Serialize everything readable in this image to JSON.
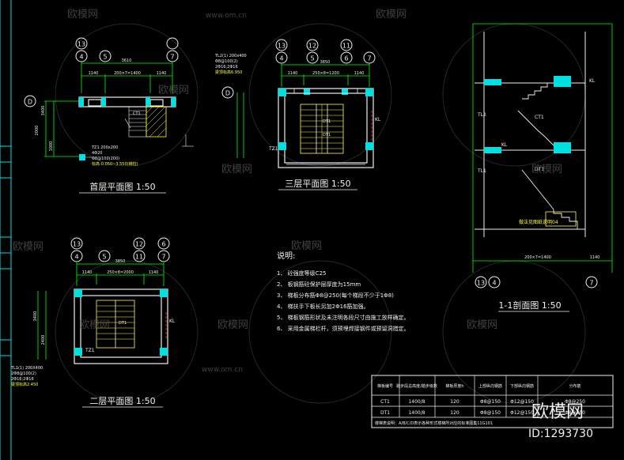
{
  "watermark": {
    "brand": "欧模网",
    "url": "www.om.cn",
    "id": "ID:1293730"
  },
  "plans": {
    "first": {
      "title": "首层平面图 1:50",
      "axes": [
        "13",
        "4",
        "5",
        "7"
      ],
      "axis_d": "D",
      "dims_top": [
        "3610",
        "1140",
        "200×7=1400",
        "1140"
      ],
      "dims_left": [
        "3400",
        "2000",
        "1000"
      ],
      "notes": [
        "TZ1 200x200",
        "4Φ20",
        "Φ8@100(200)",
        "标高-0.050~3.550(梯柱)"
      ],
      "ct1": "CT1"
    },
    "third": {
      "title": "三层平面图 1:50",
      "axes": [
        "13",
        "4",
        "12",
        "5",
        "11",
        "6",
        "7"
      ],
      "axis_d": "D",
      "dims_top": [
        "3850",
        "1140",
        "250×8=1200",
        "1140"
      ],
      "notes": [
        "TL2(1) 200x400",
        "Φ8@100(2)",
        "2Φ16;2Φ16",
        "梁顶标高6.950"
      ],
      "labels": [
        "DT1",
        "DT1",
        "KL",
        "TZ1"
      ]
    },
    "second": {
      "title": "二层平面图 1:50",
      "axes": [
        "13",
        "4",
        "5",
        "12",
        "11",
        "6",
        "7"
      ],
      "dims_top": [
        "3850",
        "1140",
        "250×8=2000",
        "1140"
      ],
      "dims_left": [
        "3400",
        "2400"
      ],
      "notes": [
        "TL1(1) 200X400",
        "2Φ8@100(2)",
        "2Φ16;2Φ16",
        "梁顶标高2.450"
      ],
      "labels": [
        "DT1",
        "TZ1",
        "KL"
      ]
    },
    "section": {
      "title": "1-1剖面图 1:50",
      "labels": [
        "KL",
        "TL2",
        "KL",
        "TL1",
        "DT1",
        "CT1"
      ],
      "axes": [
        "13",
        "4",
        "7"
      ],
      "dim_bottom": [
        "200×7=1400",
        "1140"
      ],
      "note": "做法见图纸说明04"
    }
  },
  "notes": {
    "title": "说明:",
    "items": [
      "1、 砼强度等级C25",
      "2、 板钢筋砼保护层厚度为15mm",
      "3、 梯板分布筋Φ8@250(每个梯段不少于1Φ8)",
      "4、 梯扶手下板长另加2Φ16筋加强。",
      "5、 梯板钢筋形状及未注明各段尺寸由施工放样确定。",
      "6、 采用金属梯栏杆，须预埋焊接钢件或预留洞措定。"
    ]
  },
  "table": {
    "headers": [
      "梯板编号",
      "踏步段总高度/踏步级数",
      "梯板厚度h",
      "上部纵向钢筋",
      "下部纵向钢筋",
      "分布筋"
    ],
    "rows": [
      [
        "CT1",
        "1400/8",
        "120",
        "Φ8@150",
        "Φ12@150",
        "Φ8@250"
      ],
      [
        "DT1",
        "1400/8",
        "120",
        "Φ8@150",
        "Φ12@150",
        "Φ8@250"
      ]
    ],
    "footer": "楼梯表说明：A/B/C/D表示各种形式楼梯所对应的标准图集11G101"
  },
  "colors": {
    "cyan": "#00e0e0",
    "green": "#00ff00",
    "yellow": "#ffff33",
    "red": "#ff3030",
    "white": "#f0f0f0",
    "magenta": "#ff40ff"
  }
}
